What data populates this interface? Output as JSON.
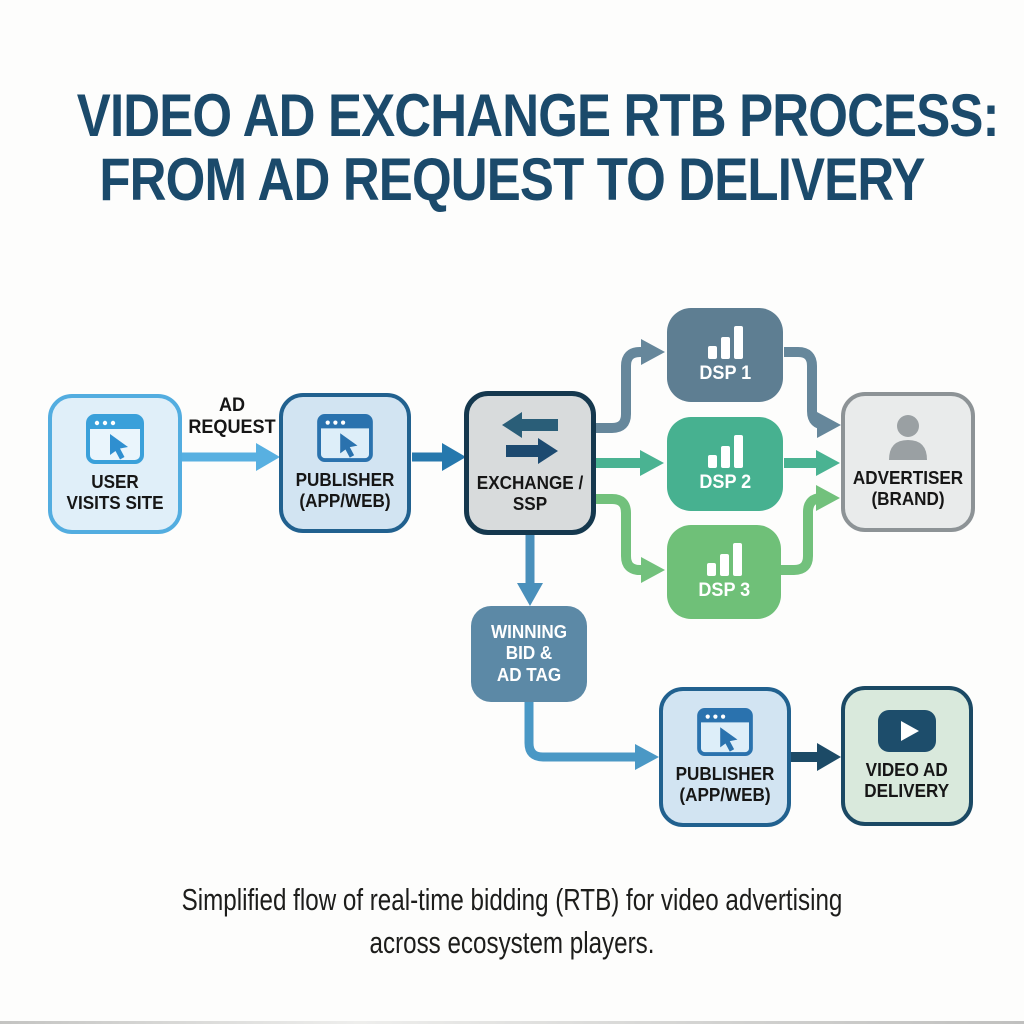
{
  "title": {
    "line1": "VIDEO AD EXCHANGE RTB PROCESS:",
    "line2": "FROM AD REQUEST TO DELIVERY"
  },
  "flow_label": {
    "line1": "AD",
    "line2": "REQUEST"
  },
  "nodes": {
    "user": {
      "line1": "USER",
      "line2": "VISITS SITE",
      "icon": "browser-cursor-icon"
    },
    "publisher1": {
      "line1": "PUBLISHER",
      "line2": "(APP/WEB)",
      "icon": "browser-cursor-icon"
    },
    "exchange": {
      "line1": "EXCHANGE /",
      "line2": "SSP",
      "icon": "swap-arrows-icon"
    },
    "dsp1": {
      "line1": "DSP 1",
      "icon": "bar-chart-icon"
    },
    "dsp2": {
      "line1": "DSP 2",
      "icon": "bar-chart-icon"
    },
    "dsp3": {
      "line1": "DSP 3",
      "icon": "bar-chart-icon"
    },
    "advertiser": {
      "line1": "ADVERTISER",
      "line2": "(BRAND)",
      "icon": "person-icon"
    },
    "winning": {
      "line1": "WINNING",
      "line2": "BID &",
      "line3": "AD TAG"
    },
    "publisher2": {
      "line1": "PUBLISHER",
      "line2": "(APP/WEB)",
      "icon": "browser-cursor-icon"
    },
    "video": {
      "line1": "VIDEO AD",
      "line2": "DELIVERY",
      "icon": "video-play-icon"
    }
  },
  "caption": {
    "line1": "Simplified flow of real-time bidding (RTB) for video advertising",
    "line2": "across ecosystem players."
  },
  "colors": {
    "background": "#fdfdfc",
    "title": "#1b4a6b",
    "user_fill": "#e0eff9",
    "user_border": "#53ade0",
    "publisher_fill": "#d2e4f2",
    "publisher_border": "#21618f",
    "exchange_fill": "#d8dbdc",
    "exchange_border": "#15384e",
    "dsp1": "#5e7e92",
    "dsp2": "#47b190",
    "dsp3": "#6fc078",
    "advertiser_fill": "#e9ebeb",
    "advertiser_border": "#8d9396",
    "winning": "#5c89a6",
    "video_fill": "#d9e9dc",
    "video_border": "#1b4964",
    "arrow_light_blue": "#58b0e1",
    "arrow_blue": "#2678ad",
    "arrow_slate": "#66879b",
    "arrow_teal": "#4ab392",
    "arrow_green": "#72c17c",
    "arrow_steel": "#4a90bb",
    "arrow_steel2": "#4a98c5",
    "arrow_navy": "#1c4a66"
  }
}
